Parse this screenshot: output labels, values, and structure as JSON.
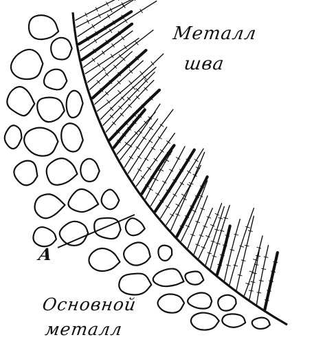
{
  "labels": {
    "weld_metal_line1": "Металл",
    "weld_metal_line2": "шва",
    "point": "А",
    "base_metal_line1": "Основной",
    "base_metal_line2": "металл"
  },
  "colors": {
    "ink": "#111111",
    "background": "#ffffff"
  }
}
